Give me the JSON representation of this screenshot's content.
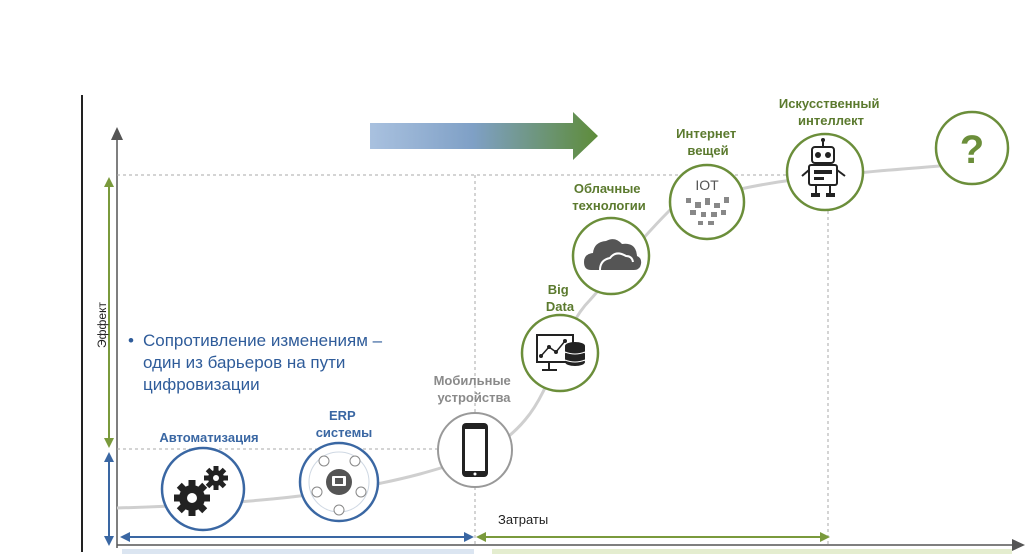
{
  "y_axis_label": "Эффект",
  "x_axis_label": "Затраты",
  "note_lines": [
    "Сопротивление изменениям –",
    "один из барьеров на пути",
    "цифровизации"
  ],
  "stages": [
    {
      "id": "automation",
      "lines": [
        "Автоматизация"
      ],
      "color": "#3a67a3",
      "icon": "gears-icon"
    },
    {
      "id": "erp",
      "lines": [
        "ERP",
        "системы"
      ],
      "color": "#3a67a3",
      "icon": "erp-hub-icon"
    },
    {
      "id": "mobile",
      "lines": [
        "Мобильные",
        "устройства"
      ],
      "color": "#8a8a8a",
      "icon": "smartphone-icon"
    },
    {
      "id": "bigdata",
      "lines": [
        "Big",
        "Data"
      ],
      "color": "#5b7a2e",
      "icon": "big-data-icon"
    },
    {
      "id": "cloud",
      "lines": [
        "Облачные",
        "технологии"
      ],
      "color": "#5b7a2e",
      "icon": "cloud-icon"
    },
    {
      "id": "iot",
      "lines": [
        "Интернет",
        "вещей"
      ],
      "color": "#5b7a2e",
      "icon": "iot-icon",
      "icon_text": "IOT"
    },
    {
      "id": "ai",
      "lines": [
        "Искусственный",
        "интеллект"
      ],
      "color": "#5b7a2e",
      "icon": "robot-icon"
    },
    {
      "id": "future",
      "lines": [],
      "color": "#5b7a2e",
      "icon": "question-icon",
      "icon_text": "?"
    }
  ]
}
